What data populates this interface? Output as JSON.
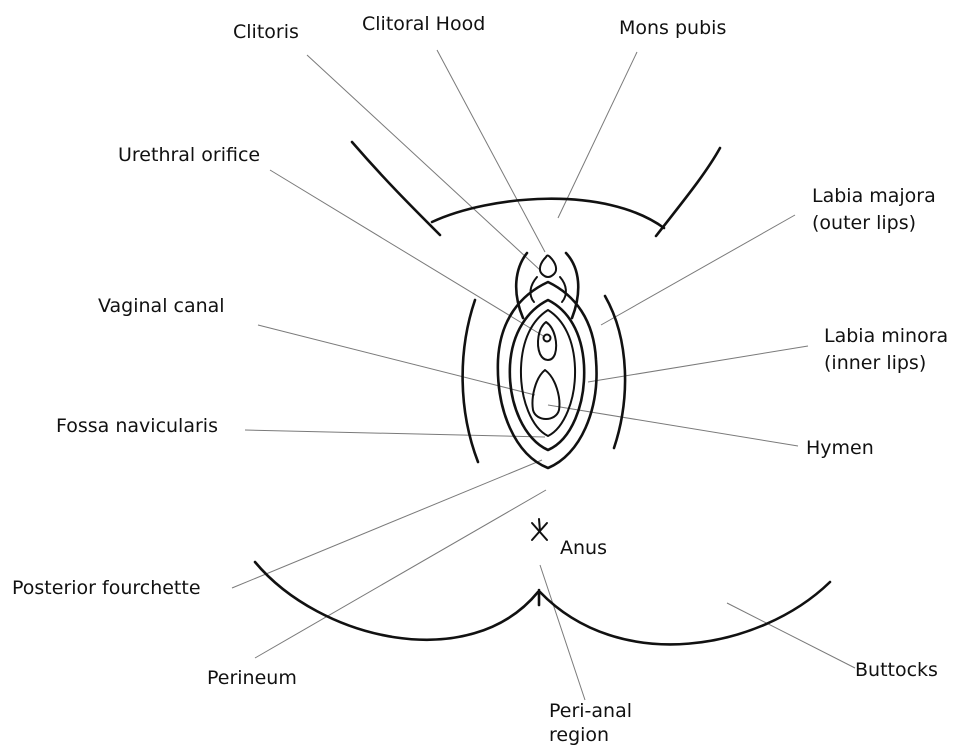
{
  "labels": {
    "clitoris": "Clitoris",
    "clitoral_hood": "Clitoral Hood",
    "mons_pubis": "Mons pubis",
    "urethral_orifice": "Urethral orifice",
    "labia_majora": "Labia majora\n(outer lips)",
    "vaginal_canal": "Vaginal canal",
    "labia_minora": "Labia minora\n(inner lips)",
    "fossa_navicularis": "Fossa navicularis",
    "hymen": "Hymen",
    "anus": "Anus",
    "posterior_fourchette": "Posterior fourchette",
    "perineum": "Perineum",
    "buttocks": "Buttocks",
    "peri_anal_region": "Peri-anal\nregion"
  },
  "colors": {
    "outline": "#111111",
    "leader_line": "#7a7a7a",
    "background": "#ffffff"
  }
}
